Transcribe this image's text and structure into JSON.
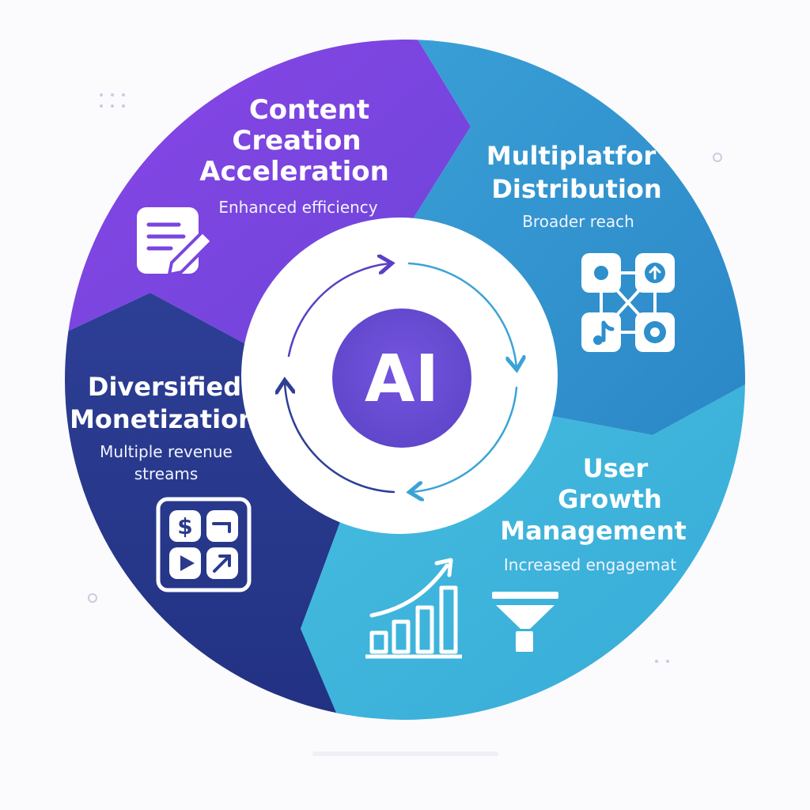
{
  "center": {
    "label": "AI"
  },
  "segments": {
    "content_creation": {
      "title_lines": [
        "Content",
        "Creation",
        "Acceleration"
      ],
      "subtitle": "Enhanced efficiency",
      "icon": "document-pencil-icon"
    },
    "multiplatform": {
      "title_lines": [
        "Multiplatfor",
        "Distribution"
      ],
      "subtitle": "Broader reach",
      "icon": "network-platforms-icon"
    },
    "user_growth": {
      "title_lines": [
        "User",
        "Growth",
        "Management"
      ],
      "subtitle": "Increased engagemat",
      "icon": "growth-chart-icon",
      "icon2": "funnel-icon"
    },
    "monetization": {
      "title_lines": [
        "Diversified",
        "Monetization"
      ],
      "subtitle_lines": [
        "Multiple revenue",
        "streams"
      ],
      "icon": "revenue-grid-icon"
    }
  },
  "colors": {
    "purple": "#7A3FE0",
    "blue": "#2D8FCB",
    "cyan": "#3DB4DC",
    "navy": "#2A3A8C",
    "center": "#6A4FD8"
  }
}
